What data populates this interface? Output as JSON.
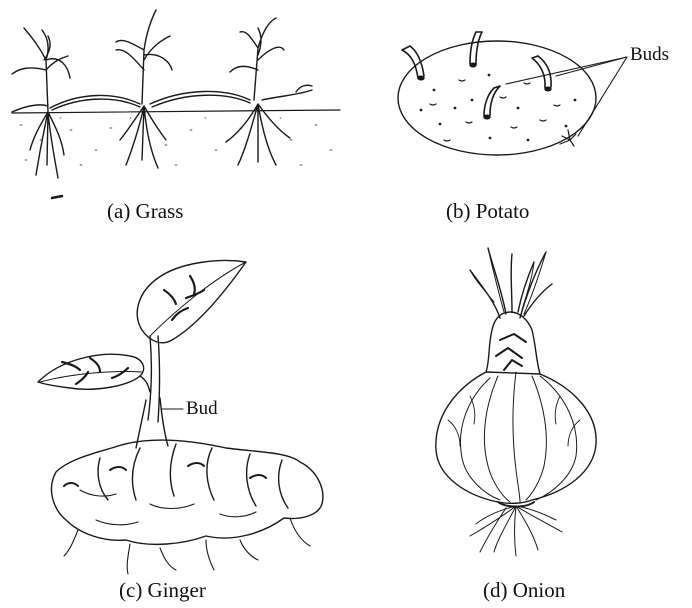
{
  "panels": [
    {
      "caption": "(a) Grass"
    },
    {
      "caption": "(b) Potato",
      "callout": "Buds"
    },
    {
      "caption": "(c) Ginger",
      "callout": "Bud"
    },
    {
      "caption": "(d) Onion"
    }
  ]
}
